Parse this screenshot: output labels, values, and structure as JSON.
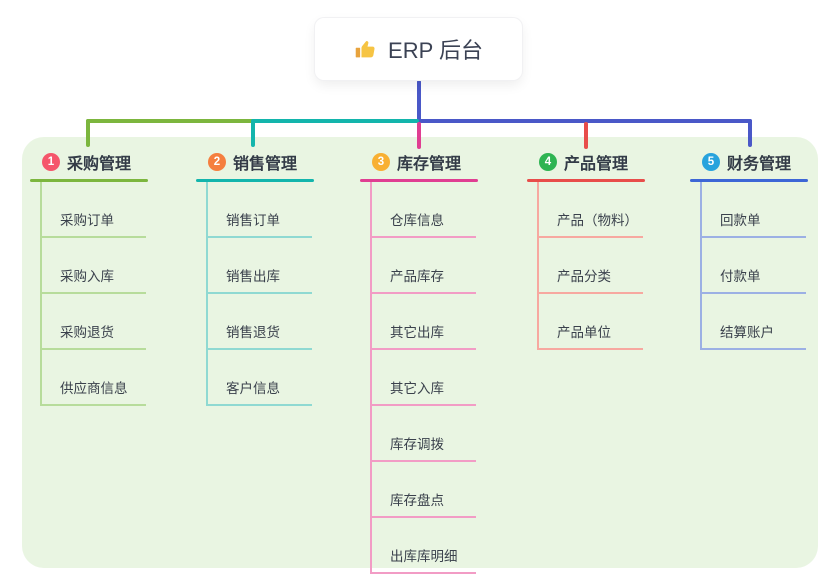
{
  "root": {
    "label": "ERP 后台",
    "icon": "thumbs-up-icon"
  },
  "panel": {
    "background": "#e9f5e2"
  },
  "connector": {
    "trunk_color": "#4a58c8"
  },
  "branches": [
    {
      "badge": "1",
      "title": "采购管理",
      "color": "#7cb63e",
      "light": "#b7dc9b",
      "badge_color": "#f5566b",
      "children": [
        "采购订单",
        "采购入库",
        "采购退货",
        "供应商信息"
      ]
    },
    {
      "badge": "2",
      "title": "销售管理",
      "color": "#13b5ac",
      "light": "#8fd9d2",
      "badge_color": "#f57f3f",
      "children": [
        "销售订单",
        "销售出库",
        "销售退货",
        "客户信息"
      ]
    },
    {
      "badge": "3",
      "title": "库存管理",
      "color": "#e03e92",
      "light": "#f29cc5",
      "badge_color": "#f8b033",
      "children": [
        "仓库信息",
        "产品库存",
        "其它出库",
        "其它入库",
        "库存调拨",
        "库存盘点",
        "出库库明细"
      ]
    },
    {
      "badge": "4",
      "title": "产品管理",
      "color": "#e84d4a",
      "light": "#f7a8a0",
      "badge_color": "#2eb452",
      "children": [
        "产品（物料）",
        "产品分类",
        "产品单位"
      ]
    },
    {
      "badge": "5",
      "title": "财务管理",
      "color": "#3d66d6",
      "light": "#9cb0e4",
      "badge_color": "#27a3dd",
      "children": [
        "回款单",
        "付款单",
        "结算账户"
      ]
    }
  ]
}
